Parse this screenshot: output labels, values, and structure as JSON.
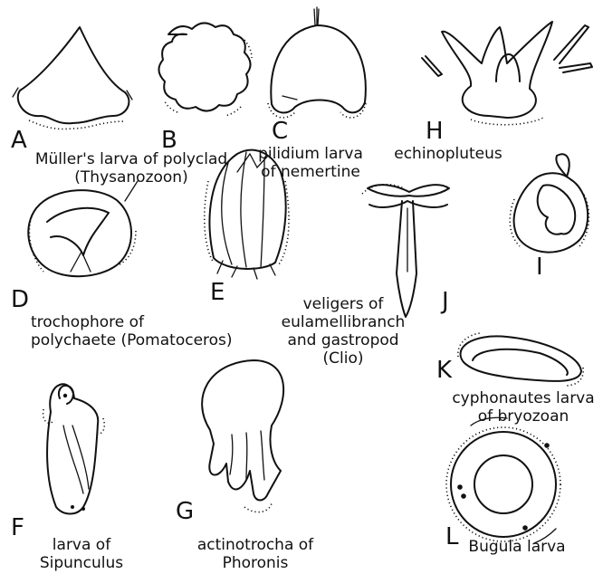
{
  "figures": {
    "A": {
      "letter": "A",
      "caption": [
        "Müller's larva of polyclad",
        "(Thysanozoon)"
      ]
    },
    "B": {
      "letter": "B",
      "caption": []
    },
    "C": {
      "letter": "C",
      "caption": [
        "pilidium larva",
        "of nemertine"
      ]
    },
    "H": {
      "letter": "H",
      "caption": [
        "echinopluteus"
      ]
    },
    "I": {
      "letter": "I",
      "caption": []
    },
    "D": {
      "letter": "D",
      "caption": [
        "trochophore of",
        "polychaete (Pomatoceros)"
      ]
    },
    "E": {
      "letter": "E",
      "caption": [
        "veligers of",
        "eulamellibranch",
        "and gastropod",
        "(Clio)"
      ]
    },
    "J": {
      "letter": "J",
      "caption": []
    },
    "K": {
      "letter": "K",
      "caption": [
        "cyphonautes larva",
        "of bryozoan"
      ]
    },
    "F": {
      "letter": "F",
      "caption": [
        "larva of",
        "Sipunculus"
      ]
    },
    "G": {
      "letter": "G",
      "caption": [
        "actinotrocha of",
        "Phoronis"
      ]
    },
    "L": {
      "letter": "L",
      "caption": [
        "Bugula larva"
      ]
    }
  }
}
